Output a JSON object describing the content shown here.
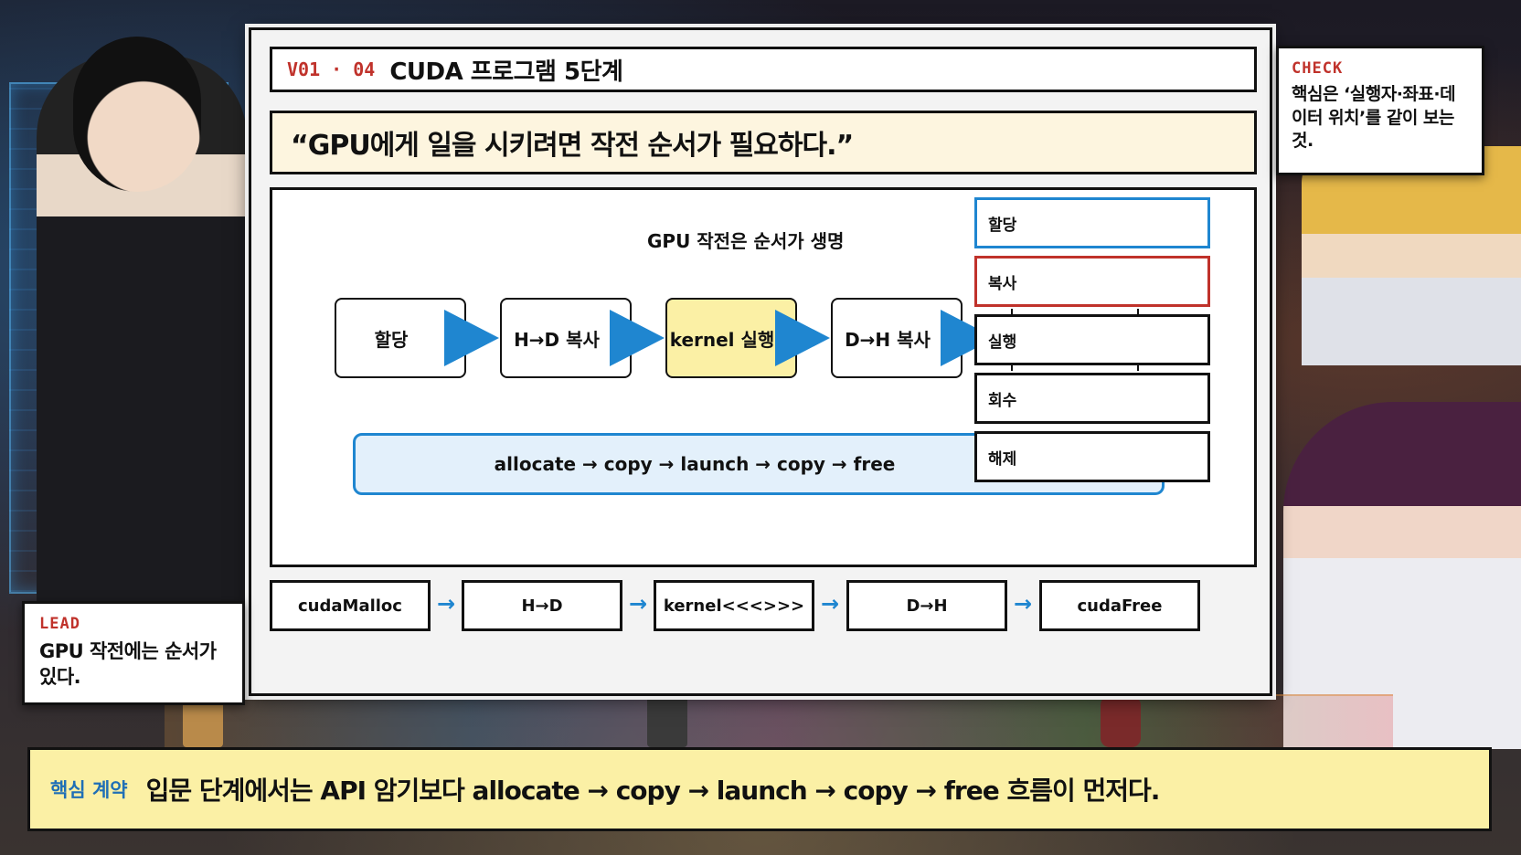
{
  "slide": {
    "code": "V01 · 04",
    "title": "CUDA 프로그램 5단계",
    "quote": "“GPU에게 일을 시키려면 작전 순서가 필요하다.”"
  },
  "diagram": {
    "title": "GPU 작전은 순서가 생명",
    "steps": [
      "할당",
      "H→D 복사",
      "kernel 실행",
      "D→H 복사"
    ],
    "highlight_step": "kernel 실행",
    "api_flow": "allocate → copy → launch → copy → free",
    "side_items": [
      "할당",
      "복사",
      "실행",
      "회수",
      "해제"
    ],
    "colors": {
      "accent_blue": "#1f86d0",
      "accent_red": "#c0322b",
      "highlight_yellow": "#fbf0a5"
    }
  },
  "api_row": [
    "cudaMalloc",
    "H→D",
    "kernel<<<>>>",
    "D→H",
    "cudaFree"
  ],
  "check_card": {
    "label": "CHECK",
    "text": "핵심은 ‘실행자·좌표·데이터 위치’를 같이 보는 것."
  },
  "lead_card": {
    "label": "LEAD",
    "text": "GPU 작전에는 순서가 있다."
  },
  "banner": {
    "label": "핵심 계약",
    "text": "입문 단계에서는 API 암기보다 allocate → copy → launch → copy → free 흐름이 먼저다."
  }
}
